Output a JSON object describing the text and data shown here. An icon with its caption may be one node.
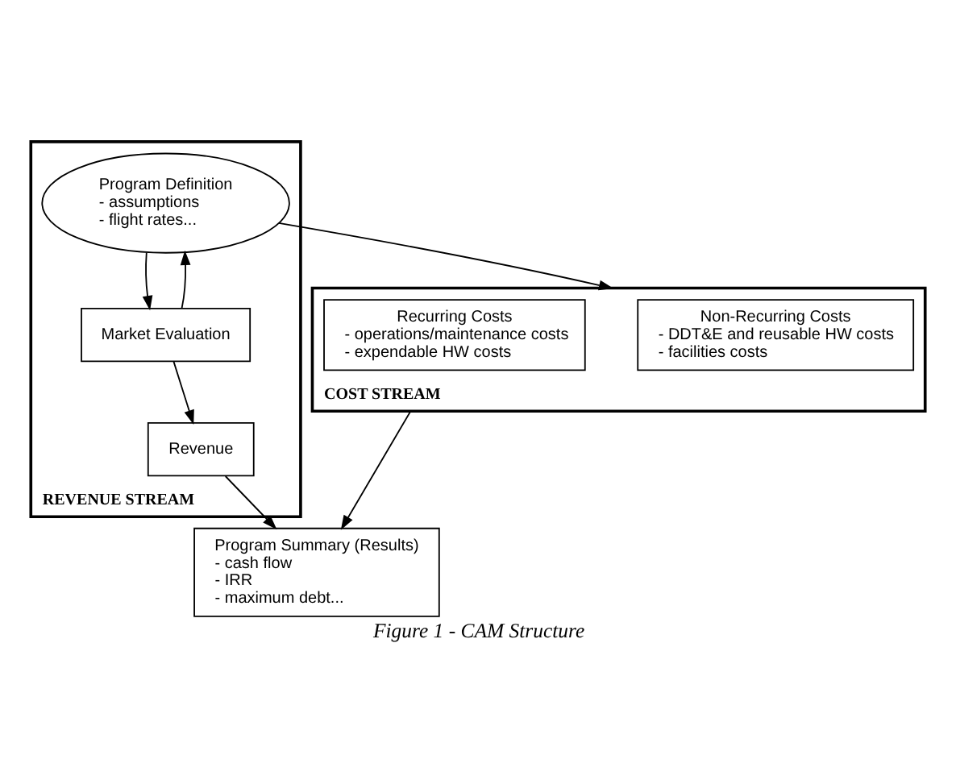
{
  "diagram": {
    "caption": "Figure 1 - CAM Structure",
    "nodes": [
      {
        "text": [
          "REVENUE STREAM"
        ]
      },
      {
        "text": [
          "Program Definition",
          "- assumptions",
          "- flight rates..."
        ],
        "in": 0
      },
      {
        "text": [
          "Market Evaluation"
        ],
        "in": 0
      },
      {
        "text": [
          "Revenue"
        ],
        "in": 0
      },
      {
        "text": [
          "COST STREAM"
        ]
      },
      {
        "text": [
          "Non-Recurring Costs",
          "- DDT&E and reusable HW costs",
          "- facilities costs"
        ],
        "in": 4
      },
      {
        "text": [
          "Recurring Costs",
          "- operations/maintenance costs",
          "- expendable HW costs"
        ],
        "in": 4
      },
      {
        "text": [
          "Program Summary (Results)",
          "- cash flow",
          "- IRR",
          "- maximum debt..."
        ]
      }
    ],
    "edges": [
      {
        "from": 1,
        "to": 4,
        "arrow": "to"
      },
      {
        "from": 1,
        "to": 2,
        "arrow": "to"
      },
      {
        "from": 2,
        "to": 1,
        "arrow": "to"
      },
      {
        "from": 2,
        "to": 3,
        "arrow": "to"
      },
      {
        "from": 4,
        "to": 7,
        "arrow": "to"
      },
      {
        "from": 3,
        "to": 7,
        "arrow": "to"
      }
    ]
  }
}
